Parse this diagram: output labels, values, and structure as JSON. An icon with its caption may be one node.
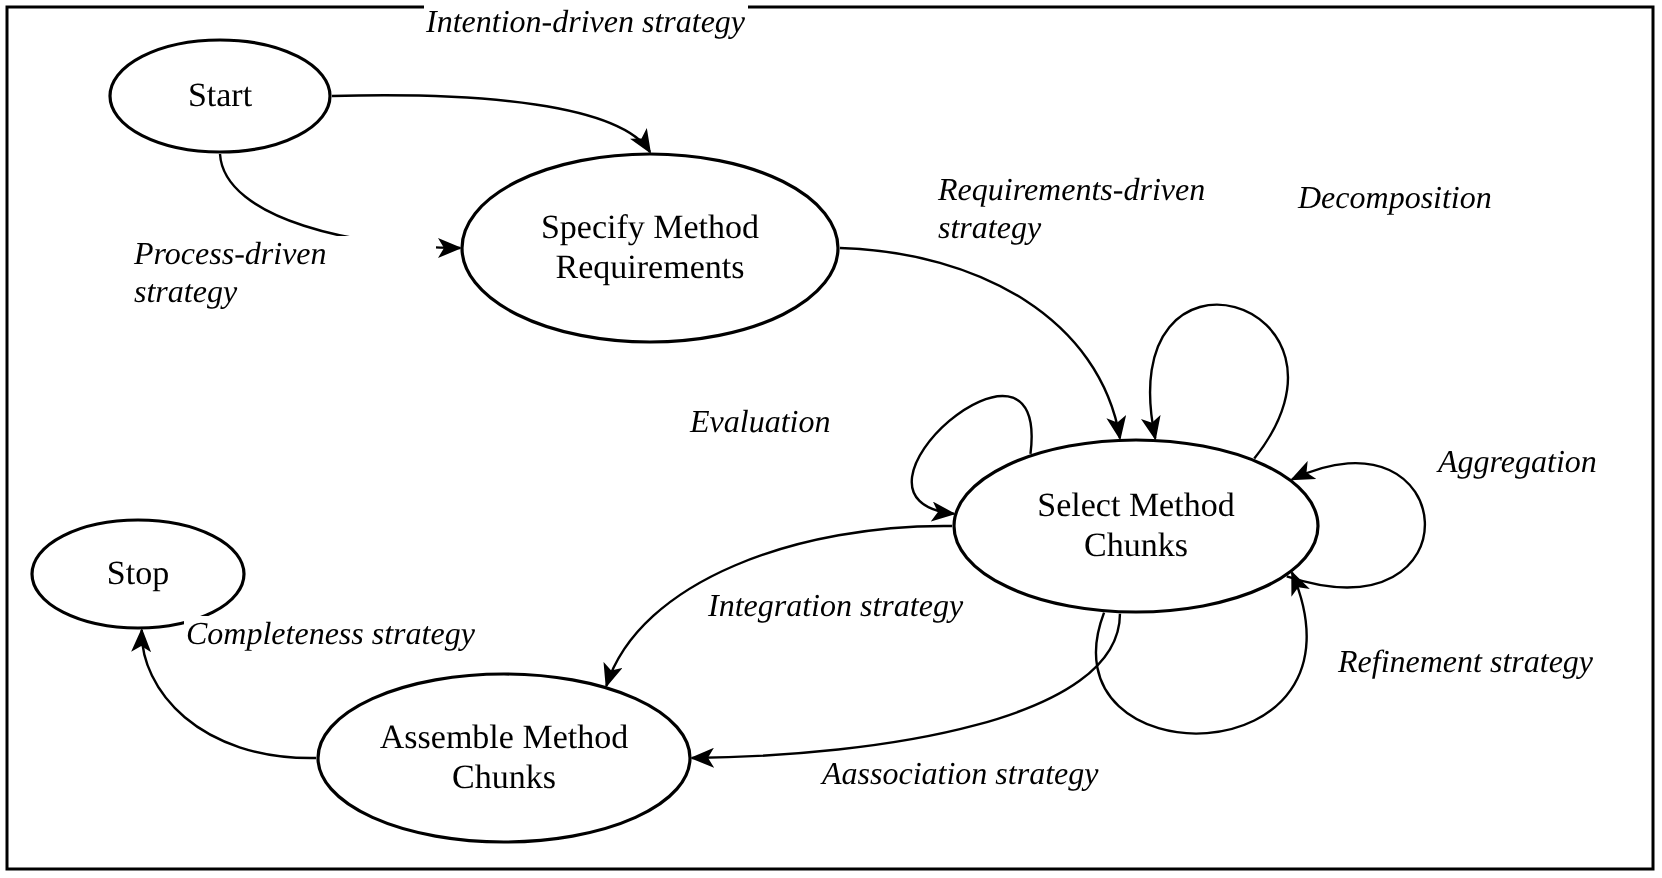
{
  "diagram": {
    "nodes": [
      {
        "text": [
          "Start"
        ]
      },
      {
        "text": [
          "Specify Method Requirements"
        ]
      },
      {
        "text": [
          "Select Method Chunks"
        ]
      },
      {
        "text": [
          "Stop"
        ]
      },
      {
        "text": [
          "Assemble Method Chunks"
        ]
      }
    ],
    "edges": [
      {
        "from": 0,
        "to": 1,
        "arrow": "to",
        "label": "Intention-driven strategy"
      },
      {
        "from": 0,
        "to": 1,
        "arrow": "to",
        "label": "Process-driven strategy"
      },
      {
        "from": 1,
        "to": 2,
        "arrow": "to",
        "label": "Requirements-driven strategy"
      },
      {
        "from": 2,
        "to": 2,
        "arrow": "to",
        "label": "Decomposition"
      },
      {
        "from": 2,
        "to": 2,
        "arrow": "to",
        "label": "Evaluation"
      },
      {
        "from": 2,
        "to": 2,
        "arrow": "to",
        "label": "Aggregation"
      },
      {
        "from": 2,
        "to": 2,
        "arrow": "to",
        "label": "Refinement strategy"
      },
      {
        "from": 2,
        "to": 4,
        "arrow": "to",
        "label": "Integration strategy"
      },
      {
        "from": 2,
        "to": 4,
        "arrow": "to",
        "label": "Aassociation strategy"
      },
      {
        "from": 4,
        "to": 3,
        "arrow": "to",
        "label": "Completeness strategy"
      }
    ]
  }
}
